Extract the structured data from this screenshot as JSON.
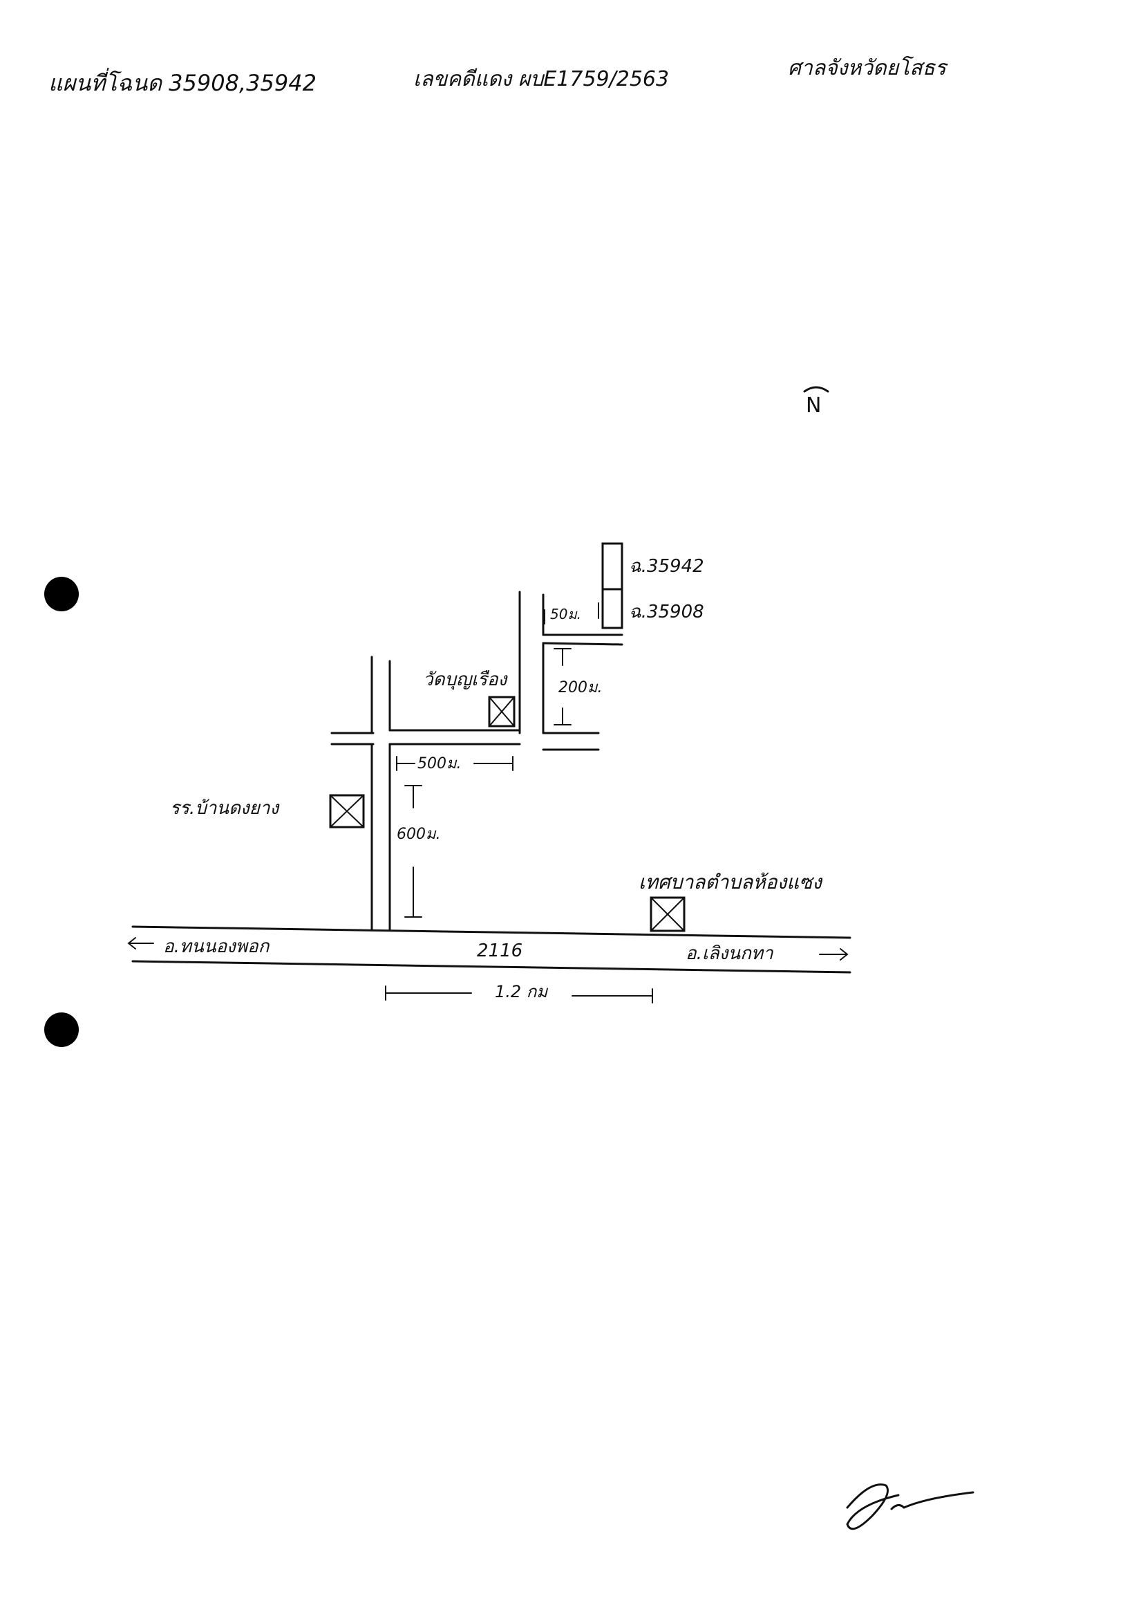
{
  "header": {
    "title": "แผนที่โฉนด 35908,35942",
    "case_number": "เลขคดีแดง ผบE1759/2563",
    "court": "ศาลจังหวัดยโสธร"
  },
  "north_label": "N",
  "map": {
    "plots": [
      {
        "label": "ฉ.35942"
      },
      {
        "label": "ฉ.35908"
      }
    ],
    "landmarks": [
      {
        "label": "วัดบุญเรือง"
      },
      {
        "label": "รร.บ้านดงยาง"
      },
      {
        "label": "เทศบาลตำบลห้องแซง"
      }
    ],
    "distances": {
      "d50": "50ม.",
      "d200": "200ม.",
      "d500": "500ม.",
      "d600": "600ม.",
      "d1_2": "1.2 กม"
    },
    "road": {
      "number": "2116",
      "to_west": "อ.ทนนองพอก",
      "to_east": "อ.เลิงนกทา"
    }
  }
}
